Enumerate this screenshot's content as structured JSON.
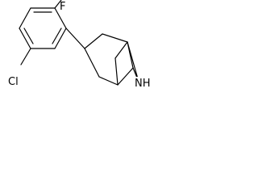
{
  "molecule": {
    "atoms": {
      "fluorine": "F",
      "chlorine": "Cl",
      "amine": "NH"
    }
  }
}
